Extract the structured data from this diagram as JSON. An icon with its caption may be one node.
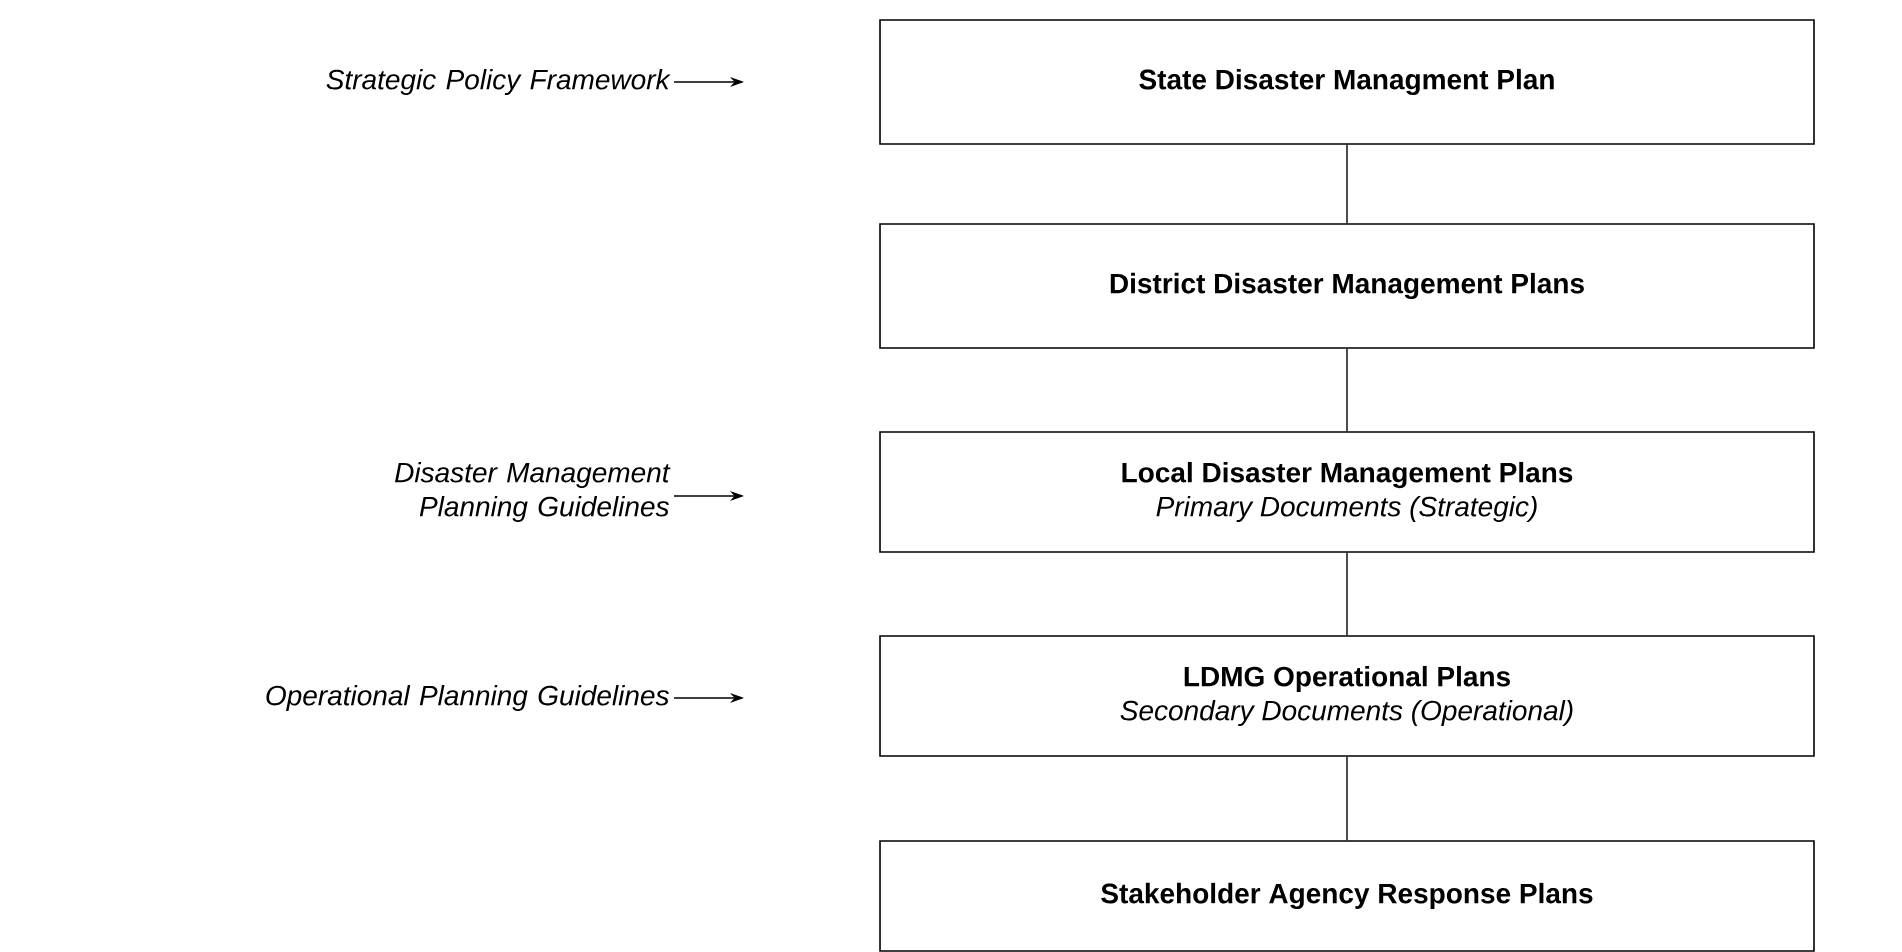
{
  "diagram": {
    "nodes": [
      {
        "text": [
          "State Disaster Managment Plan"
        ]
      },
      {
        "text": [
          "District Disaster Management Plans"
        ]
      },
      {
        "text": [
          "Local Disaster Management Plans",
          "Primary Documents (Strategic)"
        ]
      },
      {
        "text": [
          "LDMG Operational Plans",
          "Secondary Documents (Operational)"
        ]
      },
      {
        "text": [
          "Stakeholder Agency Response Plans"
        ]
      },
      {
        "text": [
          "Strategic Policy Framework"
        ]
      },
      {
        "text": [
          "Disaster Management Planning Guidelines"
        ]
      },
      {
        "text": [
          "Operational Planning Guidelines"
        ]
      }
    ],
    "edges": [
      {
        "from": 0,
        "to": 1,
        "arrow": "none"
      },
      {
        "from": 1,
        "to": 2,
        "arrow": "none"
      },
      {
        "from": 2,
        "to": 3,
        "arrow": "none"
      },
      {
        "from": 3,
        "to": 4,
        "arrow": "none"
      },
      {
        "from": 5,
        "to": null,
        "arrow": "to"
      },
      {
        "from": 6,
        "to": null,
        "arrow": "to"
      },
      {
        "from": 7,
        "to": null,
        "arrow": "to"
      }
    ]
  }
}
